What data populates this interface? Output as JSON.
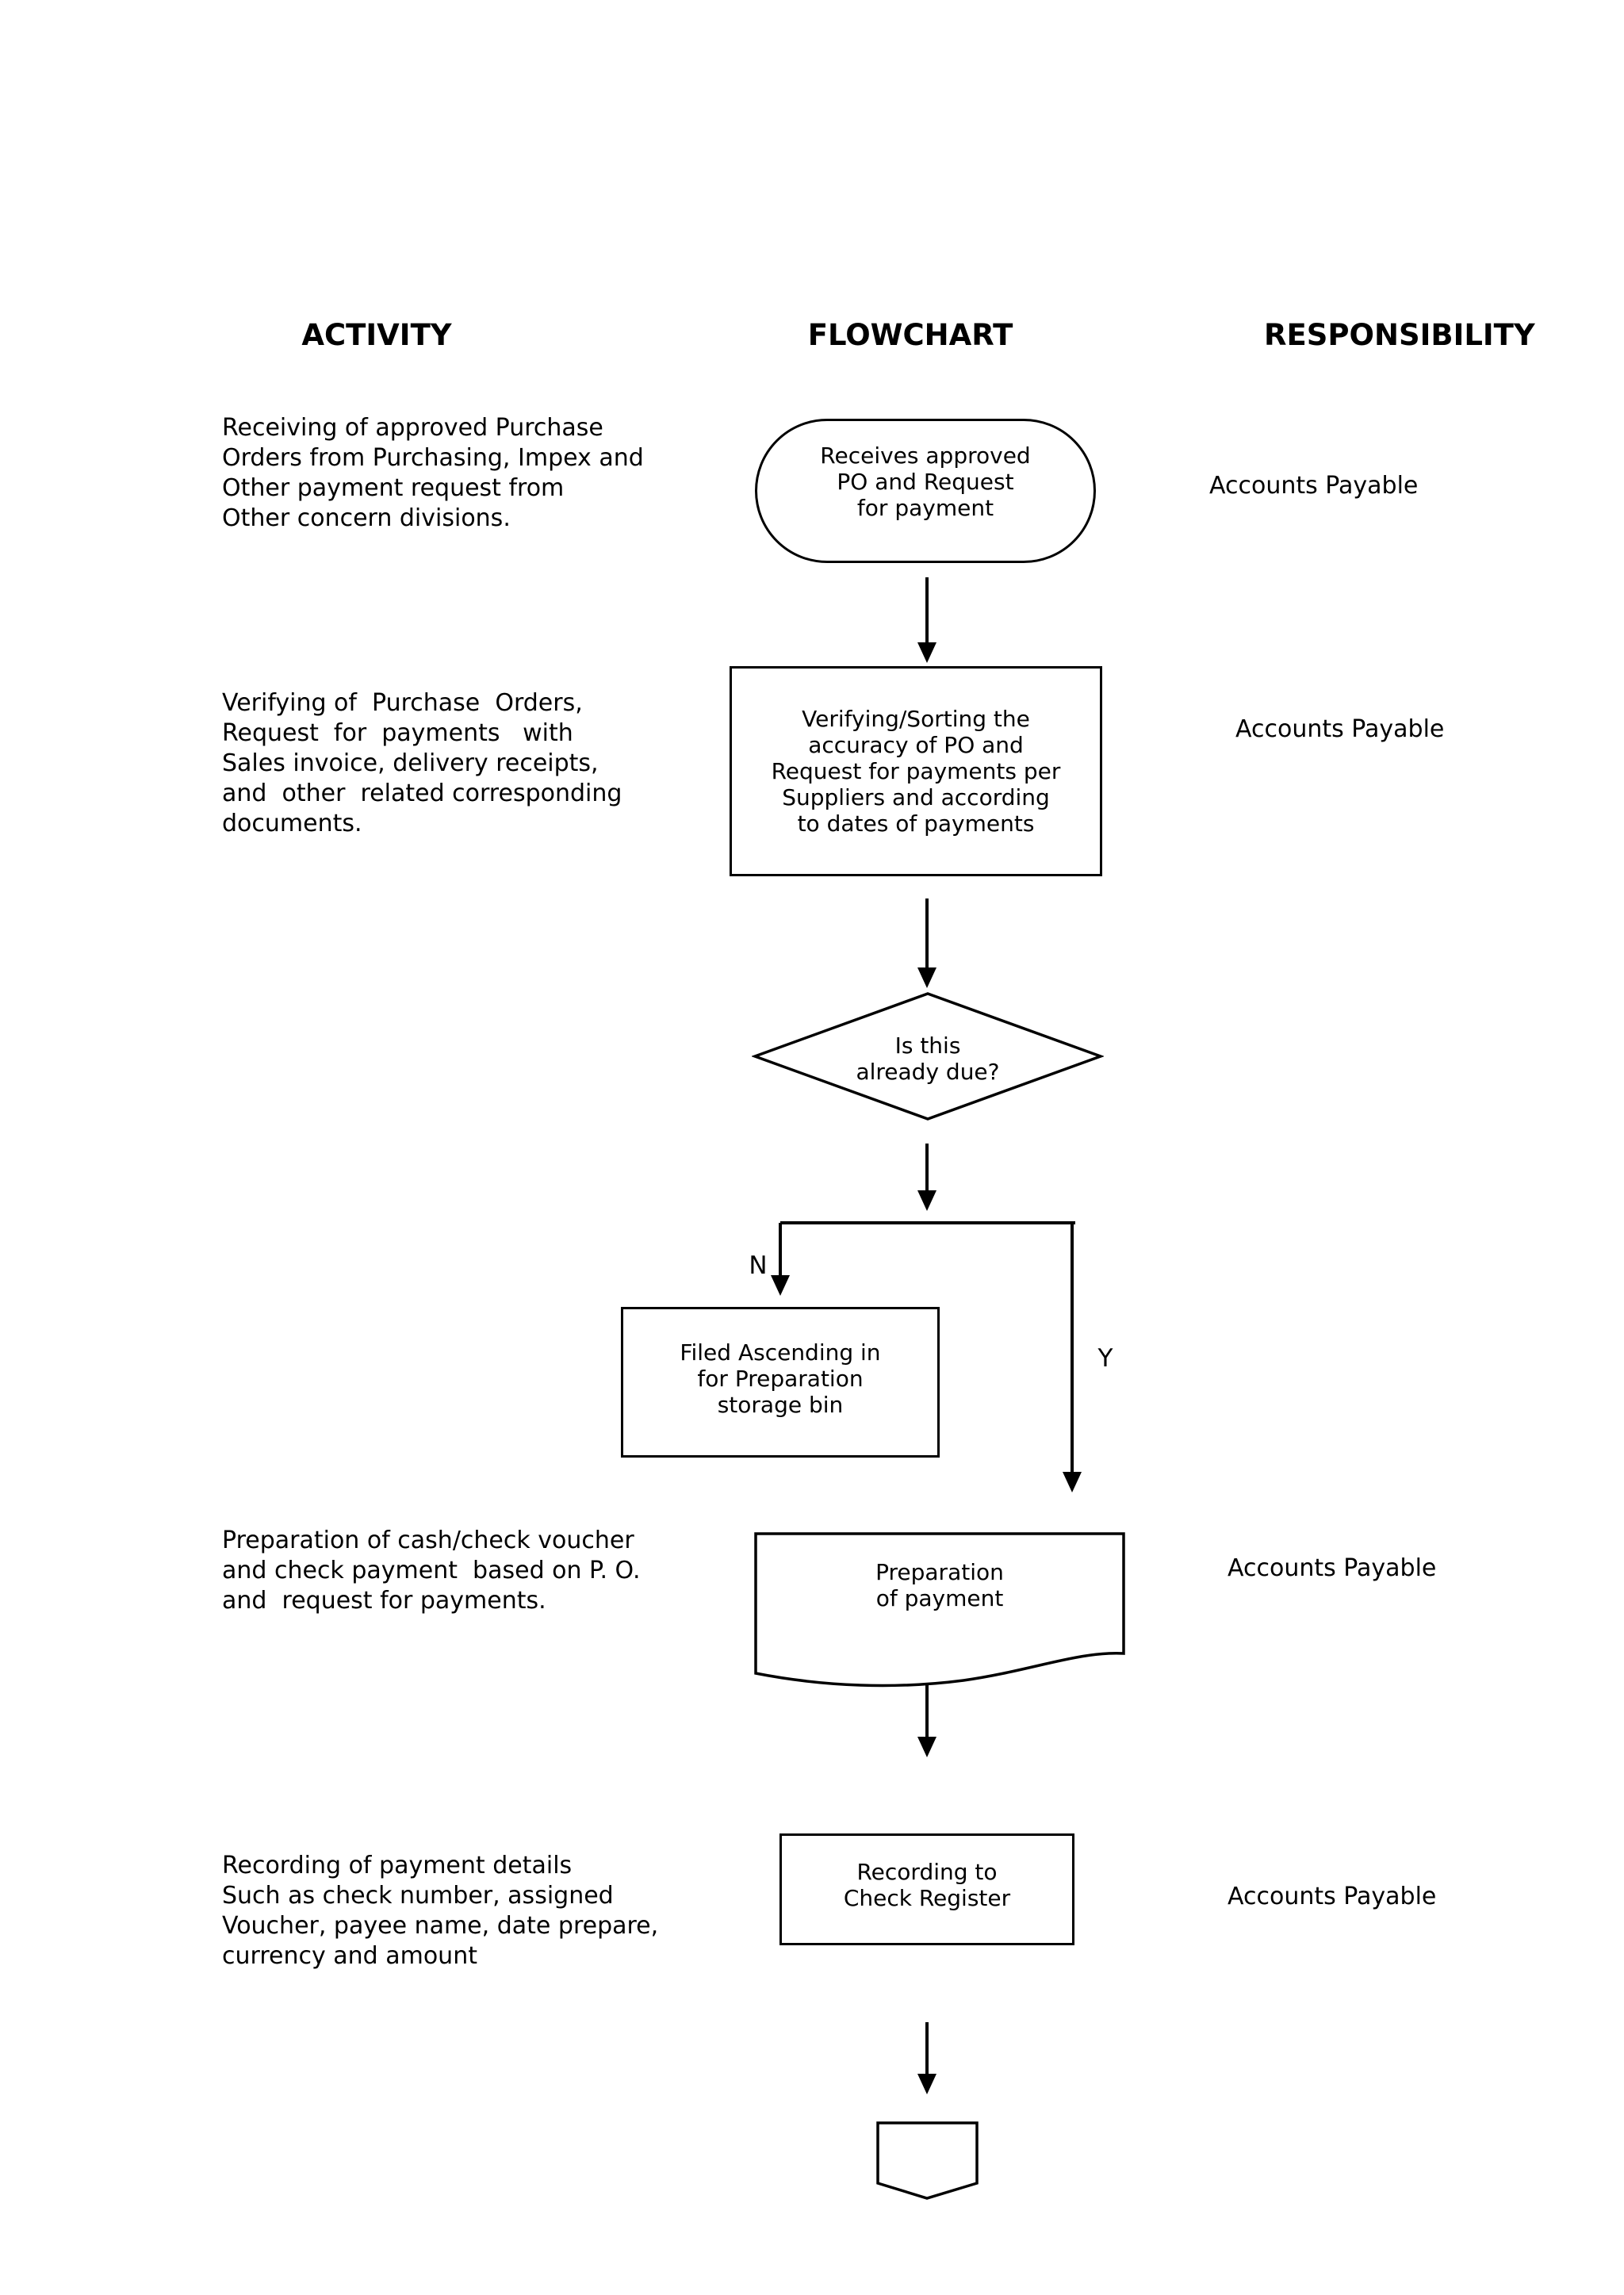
{
  "headers": {
    "activity": "ACTIVITY",
    "flowchart": "FLOWCHART",
    "responsibility": "RESPONSIBILITY"
  },
  "activities": [
    {
      "lines": [
        "Receiving of approved Purchase",
        "Orders from Purchasing, Impex and",
        "Other payment request from",
        "Other concern divisions."
      ]
    },
    {
      "lines": [
        "Verifying of  Purchase  Orders,",
        "Request  for  payments   with",
        "Sales invoice, delivery receipts,",
        "and  other  related corresponding",
        "documents."
      ]
    },
    {
      "lines": [
        "Preparation of cash/check voucher",
        "and check payment  based on P. O.",
        "and  request for payments."
      ]
    },
    {
      "lines": [
        "Recording of payment details",
        "Such as check number, assigned",
        "Voucher, payee name, date prepare,",
        "currency and amount"
      ]
    }
  ],
  "responsibilities": [
    "Accounts Payable",
    "Accounts Payable",
    "Accounts Payable",
    "Accounts Payable"
  ],
  "flowchart": {
    "start_terminator": {
      "lines": [
        "Receives approved",
        "PO and Request",
        "for payment"
      ]
    },
    "verify_process": {
      "lines": [
        "Verifying/Sorting the",
        "accuracy of PO and",
        "Request for payments per",
        "Suppliers and according",
        "to dates of payments"
      ]
    },
    "decision": {
      "lines": [
        "Is this",
        "already due?"
      ]
    },
    "branch_labels": {
      "no": "N",
      "yes": "Y"
    },
    "filed_process": {
      "lines": [
        "Filed Ascending in",
        "for Preparation",
        "storage bin"
      ]
    },
    "preparation_document": {
      "lines": [
        "Preparation",
        "of payment"
      ]
    },
    "recording_process": {
      "lines": [
        "Recording to",
        "Check Register"
      ]
    }
  },
  "colors": {
    "ink": "#000000",
    "background": "#ffffff"
  }
}
